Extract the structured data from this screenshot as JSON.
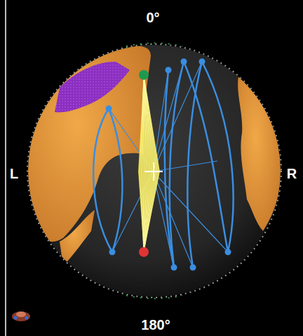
{
  "diagram": {
    "labels": [
      "0°",
      "L",
      "R",
      "180°"
    ]
  }
}
